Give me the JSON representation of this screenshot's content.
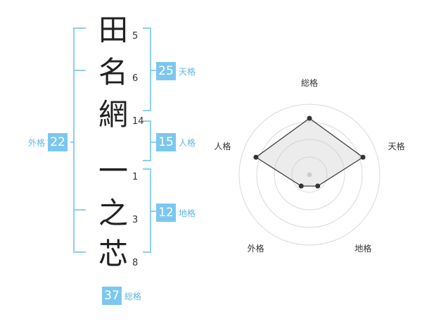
{
  "name_chars": [
    {
      "char": "田",
      "strokes": "5"
    },
    {
      "char": "名",
      "strokes": "6"
    },
    {
      "char": "網",
      "strokes": "14"
    },
    {
      "char": "一",
      "strokes": "1"
    },
    {
      "char": "之",
      "strokes": "3"
    },
    {
      "char": "芯",
      "strokes": "8"
    }
  ],
  "kaku": {
    "tenkaku": {
      "value": "25",
      "label": "天格"
    },
    "jinkaku": {
      "value": "15",
      "label": "人格"
    },
    "chikaku": {
      "value": "12",
      "label": "地格"
    },
    "gaikaku": {
      "value": "22",
      "label": "外格"
    },
    "soukaku": {
      "value": "37",
      "label": "総格"
    }
  },
  "chart_data": {
    "type": "radar",
    "axes": [
      "総格",
      "天格",
      "地格",
      "外格",
      "人格"
    ],
    "values": [
      4,
      4,
      1,
      1,
      4
    ],
    "range": [
      0,
      5
    ],
    "rings": 4
  },
  "colors": {
    "accent": "#7cc7f0",
    "accent_text": "#61b7e6",
    "bracket": "#8ccff3"
  }
}
